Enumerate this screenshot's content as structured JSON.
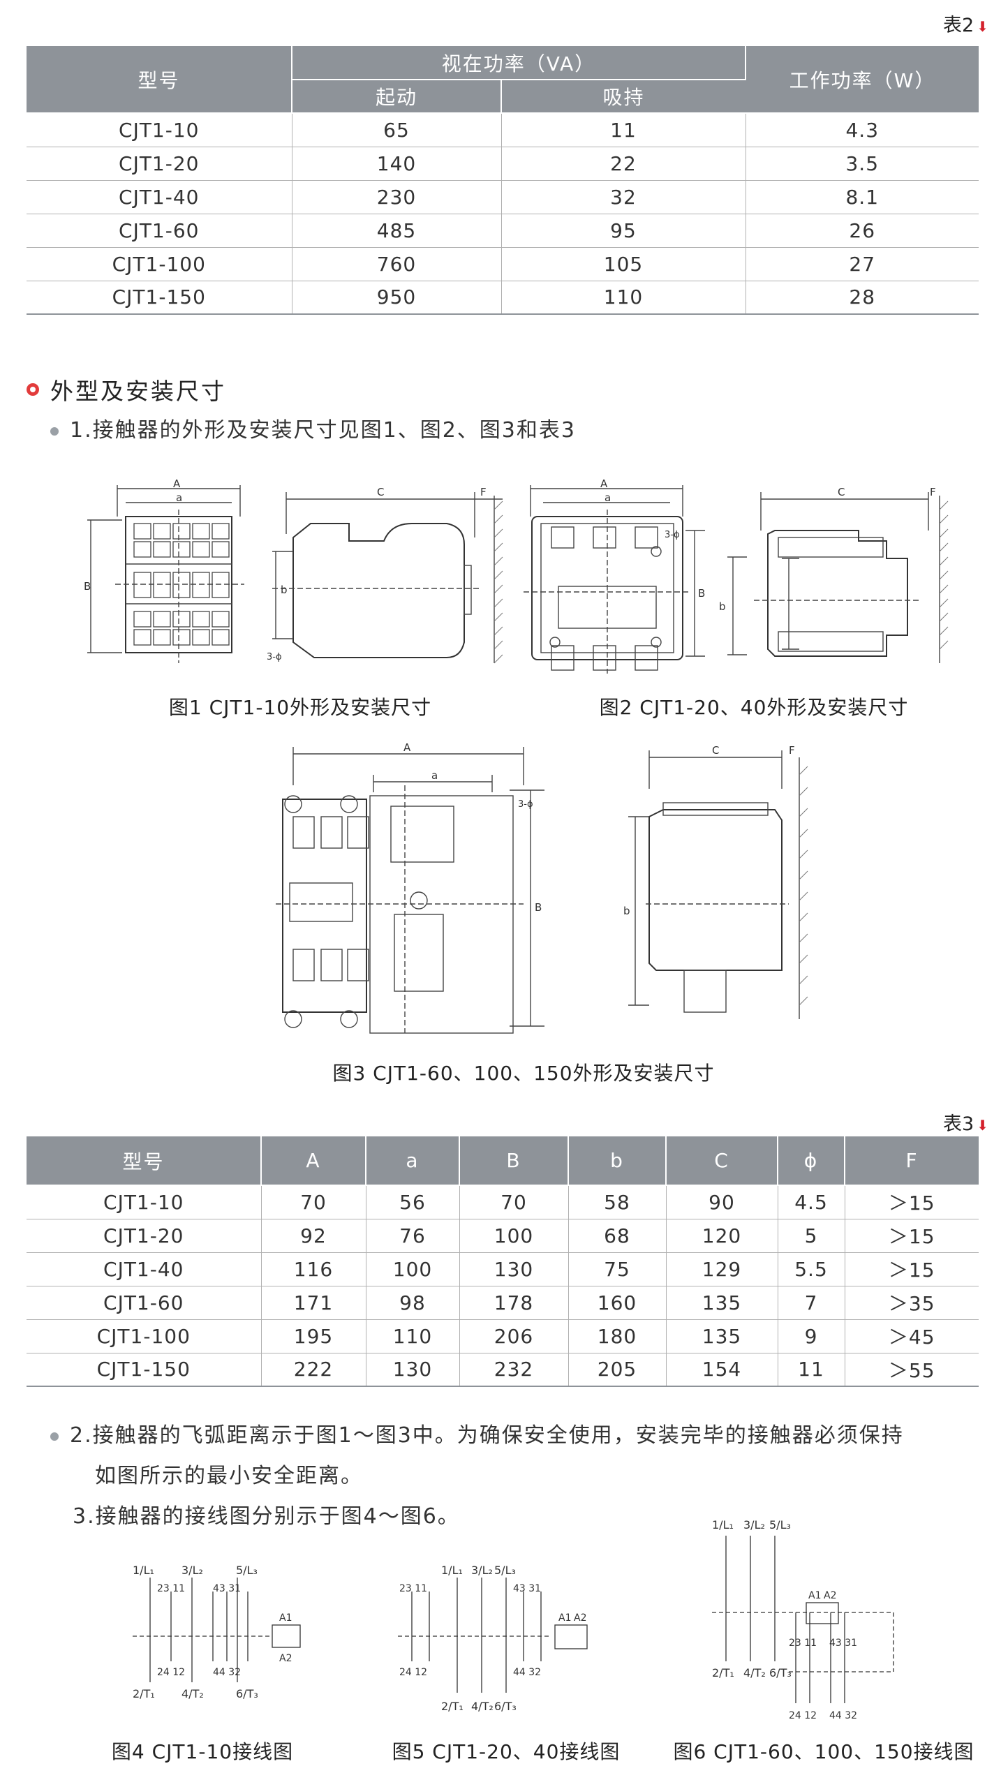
{
  "table2": {
    "label": "表2",
    "headers": {
      "model": "型号",
      "apparent_power": "视在功率（VA）",
      "start": "起动",
      "hold": "吸持",
      "working_power": "工作功率（W）"
    },
    "rows": [
      {
        "model": "CJT1-10",
        "start": "65",
        "hold": "11",
        "work": "4.3"
      },
      {
        "model": "CJT1-20",
        "start": "140",
        "hold": "22",
        "work": "3.5"
      },
      {
        "model": "CJT1-40",
        "start": "230",
        "hold": "32",
        "work": "8.1"
      },
      {
        "model": "CJT1-60",
        "start": "485",
        "hold": "95",
        "work": "26"
      },
      {
        "model": "CJT1-100",
        "start": "760",
        "hold": "105",
        "work": "27"
      },
      {
        "model": "CJT1-150",
        "start": "950",
        "hold": "110",
        "work": "28"
      }
    ]
  },
  "section": {
    "title": "外型及安装尺寸",
    "item1": "1.接触器的外形及安装尺寸见图1、图2、图3和表3"
  },
  "figures": {
    "fig1": "图1 CJT1-10外形及安装尺寸",
    "fig2": "图2 CJT1-20、40外形及安装尺寸",
    "fig3": "图3 CJT1-60、100、150外形及安装尺寸",
    "dims": {
      "A": "A",
      "a": "a",
      "B": "B",
      "b": "b",
      "C": "C",
      "F": "F",
      "hole": "3-ϕ"
    }
  },
  "table3": {
    "label": "表3",
    "headers": [
      "型号",
      "A",
      "a",
      "B",
      "b",
      "C",
      "ϕ",
      "F"
    ],
    "rows": [
      [
        "CJT1-10",
        "70",
        "56",
        "70",
        "58",
        "90",
        "4.5",
        "＞15"
      ],
      [
        "CJT1-20",
        "92",
        "76",
        "100",
        "68",
        "120",
        "5",
        "＞15"
      ],
      [
        "CJT1-40",
        "116",
        "100",
        "130",
        "75",
        "129",
        "5.5",
        "＞15"
      ],
      [
        "CJT1-60",
        "171",
        "98",
        "178",
        "160",
        "135",
        "7",
        "＞35"
      ],
      [
        "CJT1-100",
        "195",
        "110",
        "206",
        "180",
        "135",
        "9",
        "＞45"
      ],
      [
        "CJT1-150",
        "222",
        "130",
        "232",
        "205",
        "154",
        "11",
        "＞55"
      ]
    ]
  },
  "notes": {
    "item2_line1": "2.接触器的飞弧距离示于图1～图3中。为确保安全使用，安装完毕的接触器必须保持",
    "item2_line2": "如图所示的最小安全距离。",
    "item3": "3.接触器的接线图分别示于图4～图6。"
  },
  "wiring": {
    "fig4": "图4 CJT1-10接线图",
    "fig5": "图5 CJT1-20、40接线图",
    "fig6": "图6 CJT1-60、100、150接线图",
    "terminals_top": [
      "1/L₁",
      "3/L₂",
      "5/L₃"
    ],
    "terminals_bottom": [
      "2/T₁",
      "4/T₂",
      "6/T₃"
    ],
    "aux_top": "23 11",
    "aux_top2": "43 31",
    "aux_bot": "24 12",
    "aux_bot2": "44 32",
    "coil": [
      "A1",
      "A2"
    ]
  }
}
